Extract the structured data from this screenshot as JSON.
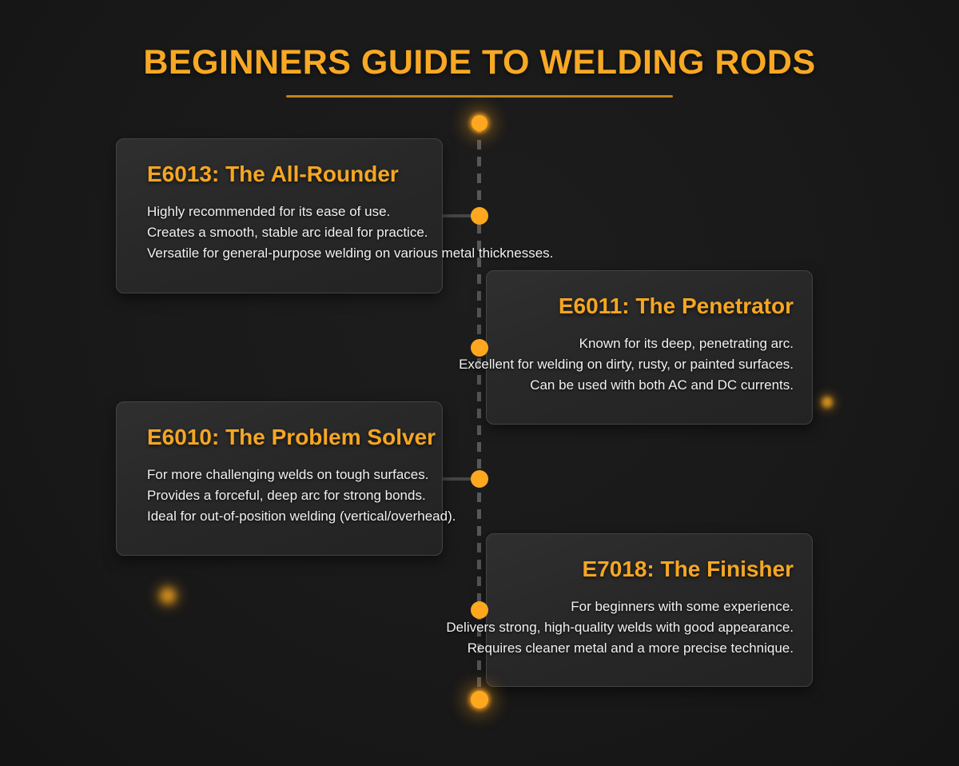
{
  "title": "BEGINNERS GUIDE TO WELDING RODS",
  "theme": {
    "background": "#1a1a1a",
    "accent_orange": "#f5a623",
    "title_orange": "#f7a824",
    "underline_gold": "#c0851b",
    "dot_orange": "#ffa71f",
    "card_background": "#2a2a2a",
    "card_border": "#434343",
    "body_text": "#f1f1f1",
    "timeline_dash": "#585858"
  },
  "timeline": {
    "cards": [
      {
        "heading": "E6013: The All-Rounder",
        "side": "left",
        "lines": [
          "Highly recommended for its ease of use.",
          "Creates a smooth, stable arc ideal for practice.",
          "Versatile for general-purpose welding on various metal thicknesses."
        ]
      },
      {
        "heading": "E6011: The Penetrator",
        "side": "right",
        "lines": [
          "Known for its deep, penetrating arc.",
          "Excellent for welding on dirty, rusty, or painted surfaces.",
          "Can be used with both AC and DC currents."
        ]
      },
      {
        "heading": "E6010: The Problem Solver",
        "side": "left",
        "lines": [
          "For more challenging welds on tough surfaces.",
          "Provides a forceful, deep arc for strong bonds.",
          "Ideal for out-of-position welding (vertical/overhead)."
        ]
      },
      {
        "heading": "E7018: The Finisher",
        "side": "right",
        "lines": [
          "For beginners with some experience.",
          "Delivers strong, high-quality welds with good appearance.",
          "Requires cleaner metal and a more precise technique."
        ]
      }
    ]
  }
}
